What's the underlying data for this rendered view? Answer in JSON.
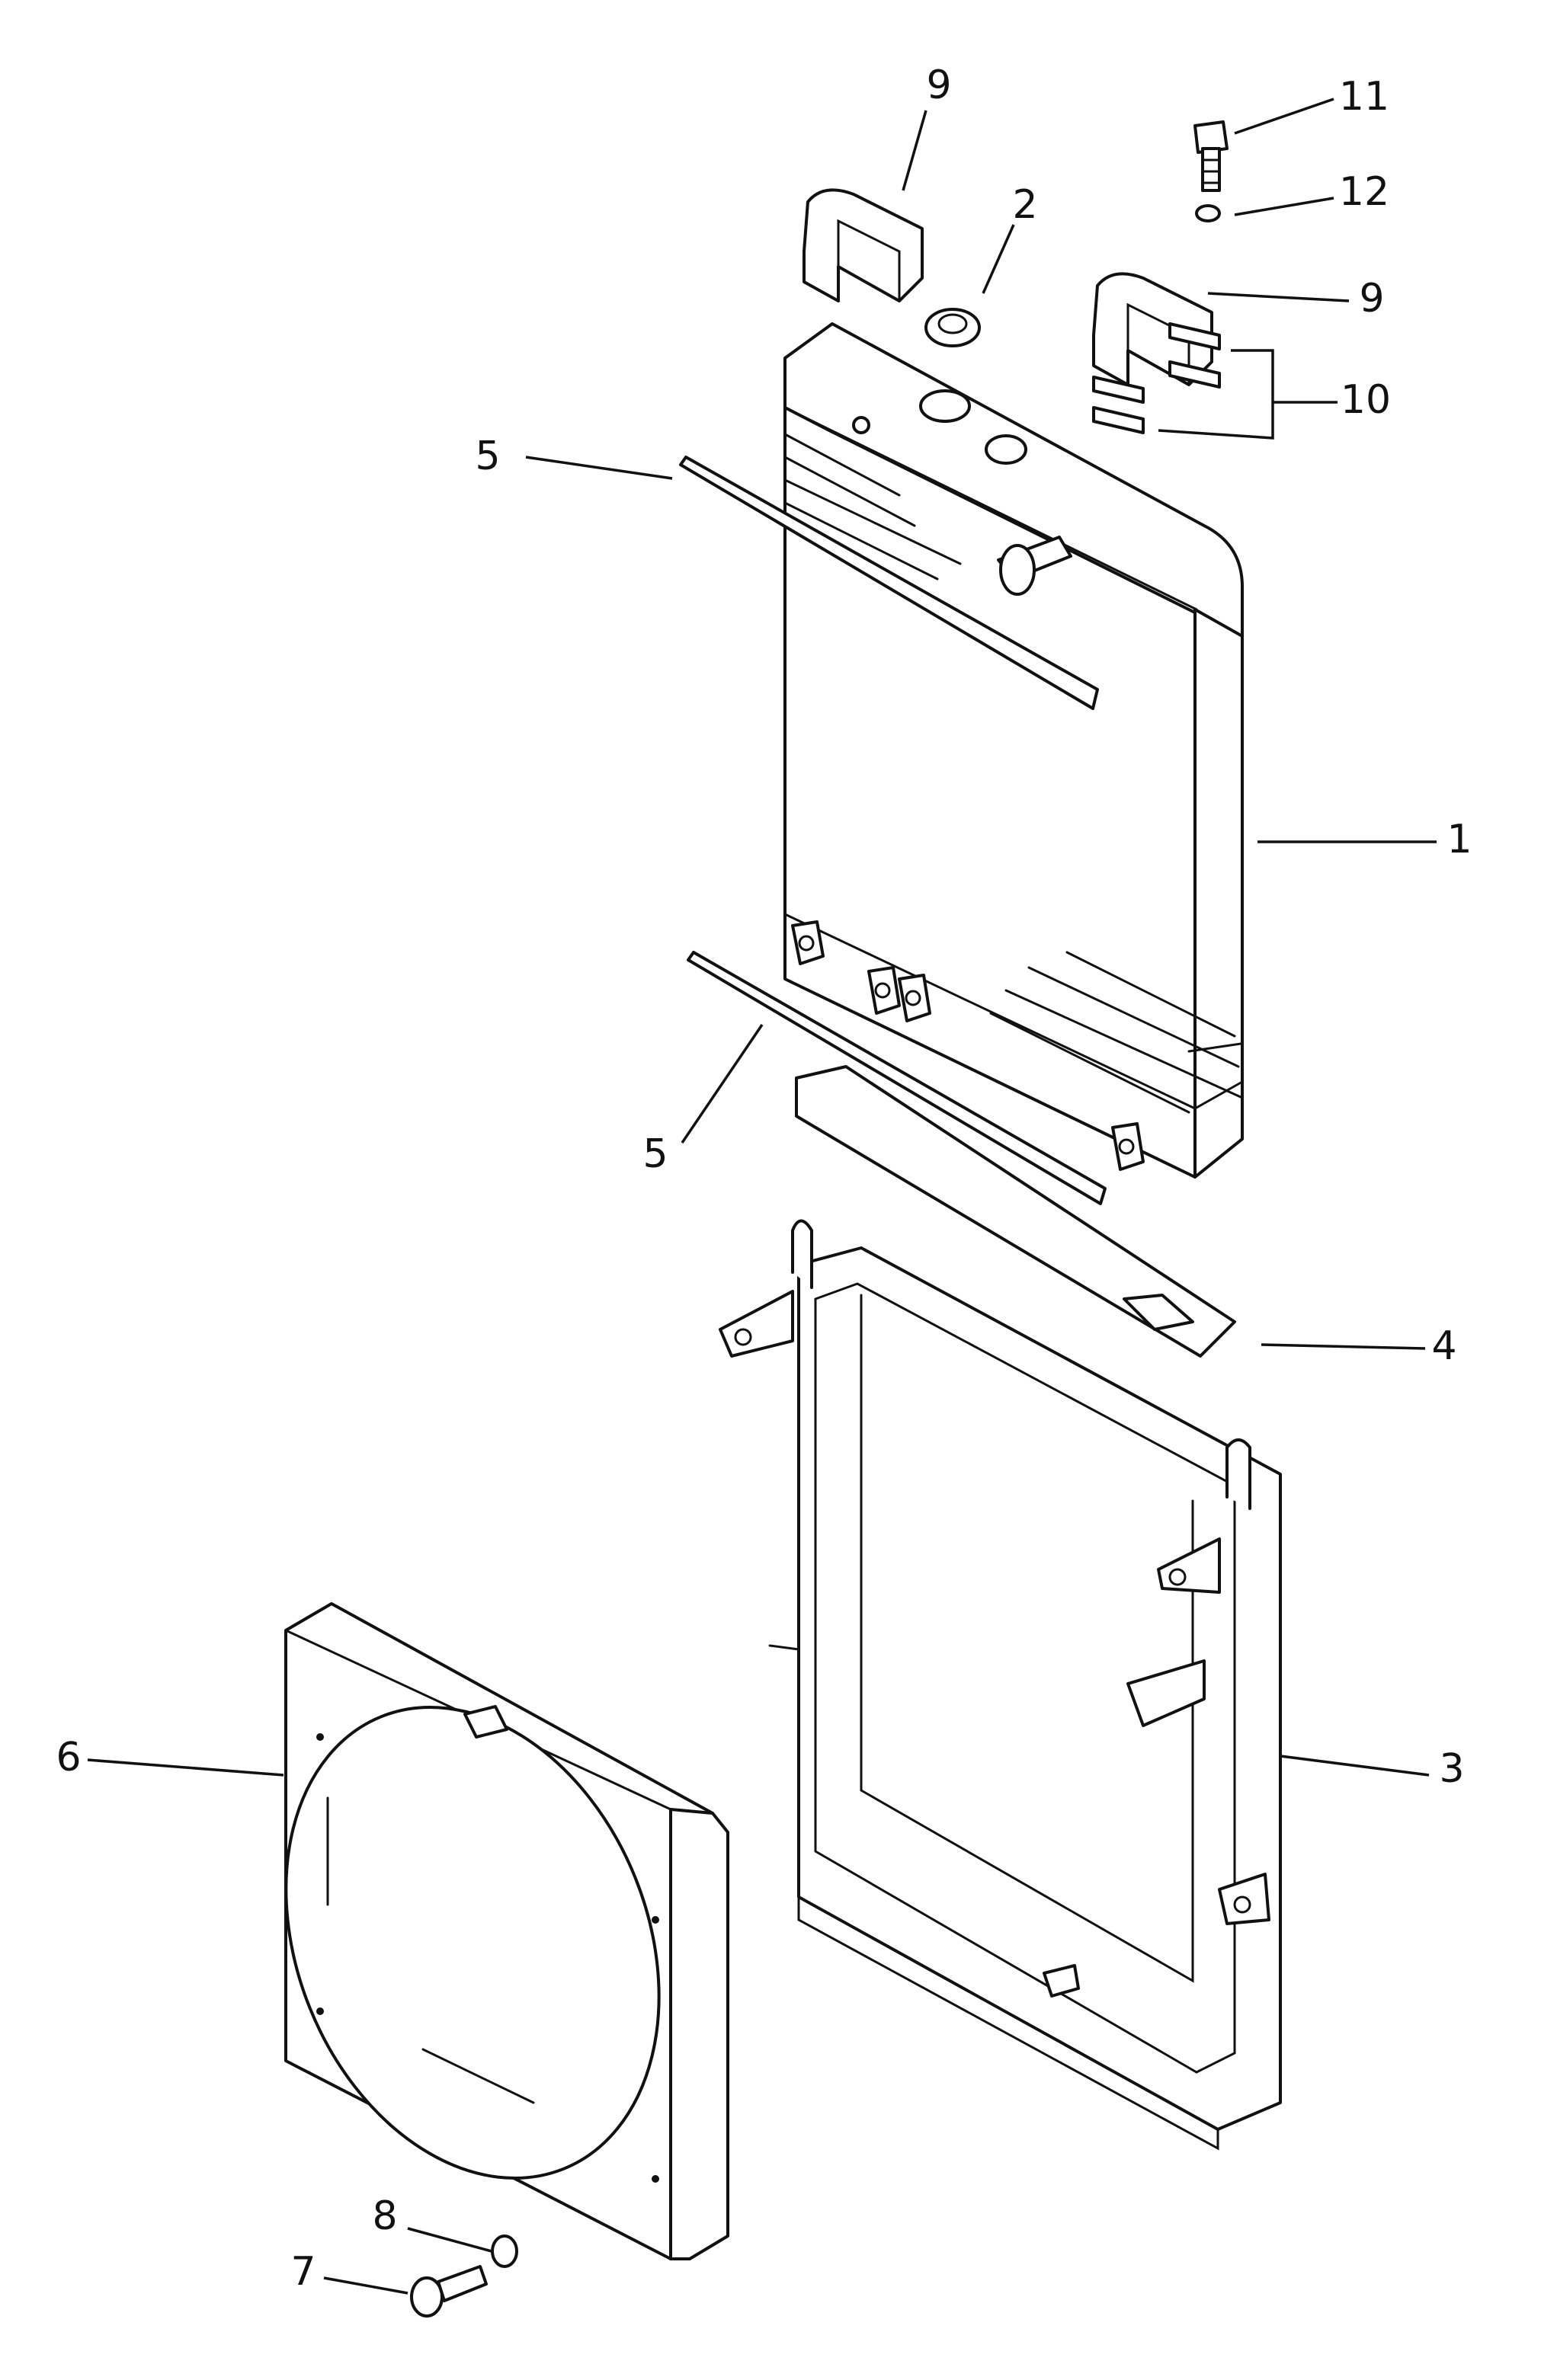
{
  "callouts": [
    {
      "id": "1",
      "text": "1"
    },
    {
      "id": "2",
      "text": "2"
    },
    {
      "id": "3",
      "text": "3"
    },
    {
      "id": "4",
      "text": "4"
    },
    {
      "id": "5a",
      "text": "5"
    },
    {
      "id": "5b",
      "text": "5"
    },
    {
      "id": "6",
      "text": "6"
    },
    {
      "id": "7",
      "text": "7"
    },
    {
      "id": "8",
      "text": "8"
    },
    {
      "id": "9a",
      "text": "9"
    },
    {
      "id": "9b",
      "text": "9"
    },
    {
      "id": "10",
      "text": "10"
    },
    {
      "id": "11",
      "text": "11"
    },
    {
      "id": "12",
      "text": "12"
    }
  ]
}
